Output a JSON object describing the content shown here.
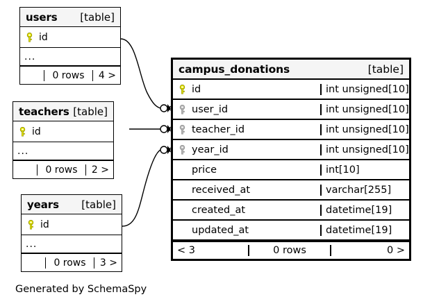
{
  "diagram": {
    "caption": "Generated by SchemaSpy",
    "table_tag": "[table]",
    "ellipsis": "...",
    "colors": {
      "primary_key": "#e8e800",
      "foreign_key": "#b0b0b0",
      "header_bg": "#f5f5f5",
      "border": "#000000",
      "background": "#ffffff"
    }
  },
  "tables": [
    {
      "id": "users",
      "name": "users",
      "tag": "[table]",
      "columns": [
        {
          "name": "id",
          "key": "primary",
          "key_icon": "key-icon-primary"
        }
      ],
      "has_ellipsis": true,
      "ellipsis": "...",
      "footer": {
        "left": "",
        "center": "0 rows",
        "right": "4 >"
      }
    },
    {
      "id": "teachers",
      "name": "teachers",
      "tag": "[table]",
      "columns": [
        {
          "name": "id",
          "key": "primary",
          "key_icon": "key-icon-primary"
        }
      ],
      "has_ellipsis": true,
      "ellipsis": "...",
      "footer": {
        "left": "",
        "center": "0 rows",
        "right": "2 >"
      }
    },
    {
      "id": "years",
      "name": "years",
      "tag": "[table]",
      "columns": [
        {
          "name": "id",
          "key": "primary",
          "key_icon": "key-icon-primary"
        }
      ],
      "has_ellipsis": true,
      "ellipsis": "...",
      "footer": {
        "left": "",
        "center": "0 rows",
        "right": "3 >"
      }
    },
    {
      "id": "campus_donations",
      "name": "campus_donations",
      "tag": "[table]",
      "columns": [
        {
          "name": "id",
          "type": "int unsigned[10]",
          "key": "primary",
          "key_icon": "key-icon-primary"
        },
        {
          "name": "user_id",
          "type": "int unsigned[10]",
          "key": "foreign",
          "key_icon": "key-icon-foreign"
        },
        {
          "name": "teacher_id",
          "type": "int unsigned[10]",
          "key": "foreign",
          "key_icon": "key-icon-foreign"
        },
        {
          "name": "year_id",
          "type": "int unsigned[10]",
          "key": "foreign",
          "key_icon": "key-icon-foreign"
        },
        {
          "name": "price",
          "type": "int[10]",
          "key": "none"
        },
        {
          "name": "received_at",
          "type": "varchar[255]",
          "key": "none"
        },
        {
          "name": "created_at",
          "type": "datetime[19]",
          "key": "none"
        },
        {
          "name": "updated_at",
          "type": "datetime[19]",
          "key": "none"
        }
      ],
      "has_ellipsis": false,
      "footer": {
        "left": "< 3",
        "center": "0 rows",
        "right": "0 >"
      }
    }
  ],
  "relationships": [
    {
      "from_table": "users",
      "from_column": "id",
      "to_table": "campus_donations",
      "to_column": "user_id",
      "cardinality": "zero-or-many"
    },
    {
      "from_table": "teachers",
      "from_column": "id",
      "to_table": "campus_donations",
      "to_column": "teacher_id",
      "cardinality": "zero-or-many"
    },
    {
      "from_table": "years",
      "from_column": "id",
      "to_table": "campus_donations",
      "to_column": "year_id",
      "cardinality": "zero-or-many"
    }
  ]
}
